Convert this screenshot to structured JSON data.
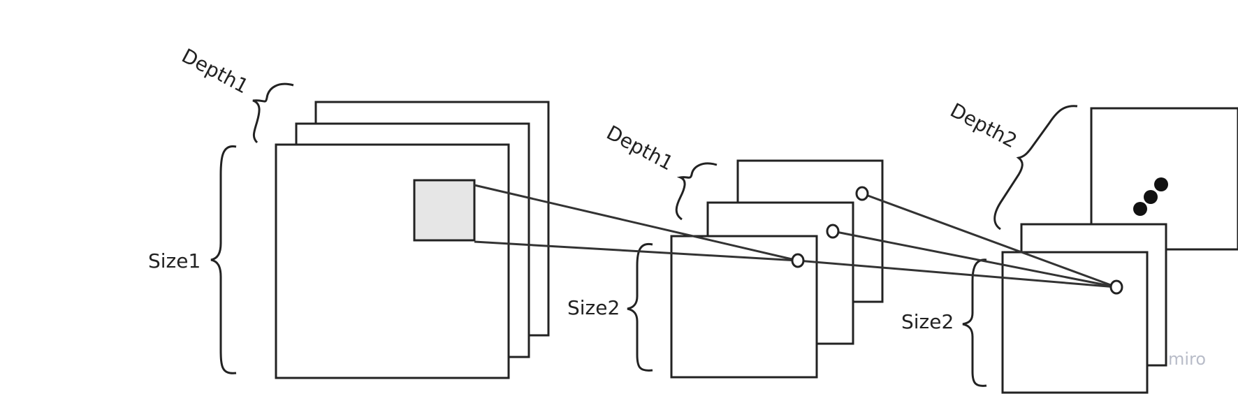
{
  "diagram": {
    "labels": {
      "depth_left": "Depth1",
      "size_left": "Size1",
      "depth_middle": "Depth1",
      "size_middle": "Size2",
      "depth_right": "Depth2",
      "size_right": "Size2"
    },
    "watermark": "miro"
  }
}
